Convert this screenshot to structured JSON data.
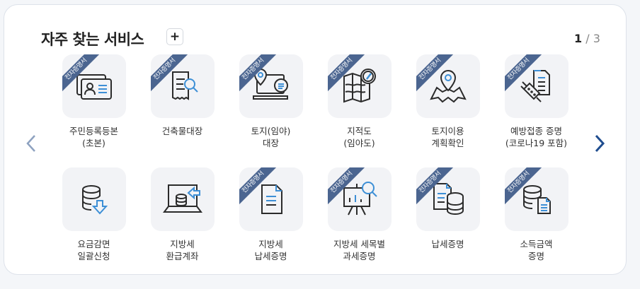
{
  "section": {
    "title": "자주 찾는 서비스",
    "add_button": "+",
    "pager": {
      "current": "1",
      "separator": " / ",
      "total": "3"
    }
  },
  "nav": {
    "prev": "previous-page",
    "next": "next-page"
  },
  "badge_text": "전자증명서",
  "colors": {
    "ribbon": "#4b6590",
    "accent": "#3d8fd6",
    "icon_stroke": "#2b2b2b",
    "tile_bg": "#f2f3f6",
    "next_arrow": "#1f4d8f",
    "prev_arrow": "#8ea2c0"
  },
  "services": [
    {
      "label": "주민등록등본\n(초본)",
      "icon": "id-card-icon",
      "badge": true
    },
    {
      "label": "건축물대장",
      "icon": "receipt-search-icon",
      "badge": true
    },
    {
      "label": "토지(임야)\n대장",
      "icon": "laptop-location-icon",
      "badge": true
    },
    {
      "label": "지적도\n(임야도)",
      "icon": "map-compass-icon",
      "badge": true
    },
    {
      "label": "토지이용\n계획확인",
      "icon": "map-pin-icon",
      "badge": true
    },
    {
      "label": "예방접종 증명\n(코로나19 포함)",
      "icon": "vaccine-document-icon",
      "badge": true
    },
    {
      "label": "요금감면\n일괄신청",
      "icon": "database-download-icon",
      "badge": false
    },
    {
      "label": "지방세\n환급계좌",
      "icon": "laptop-database-icon",
      "badge": false
    },
    {
      "label": "지방세\n납세증명",
      "icon": "document-icon",
      "badge": true
    },
    {
      "label": "지방세 세목별\n과세증명",
      "icon": "presentation-search-icon",
      "badge": true
    },
    {
      "label": "납세증명",
      "icon": "document-database-icon",
      "badge": true
    },
    {
      "label": "소득금액\n증명",
      "icon": "database-document-icon",
      "badge": true
    }
  ]
}
